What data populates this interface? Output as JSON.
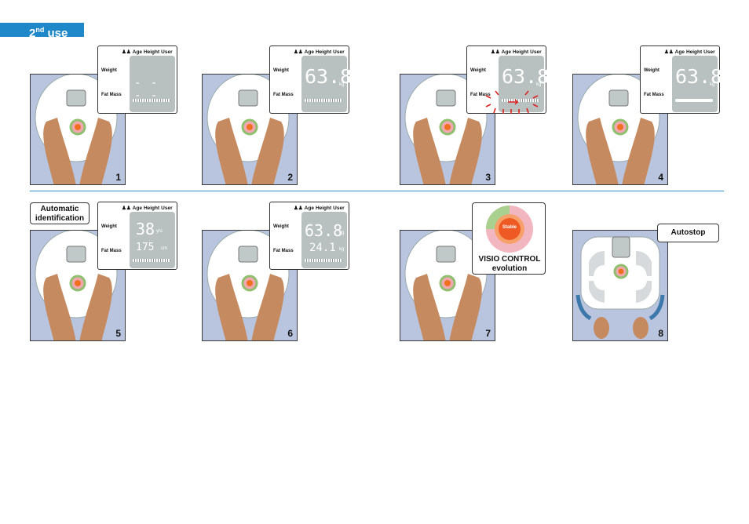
{
  "header": {
    "title_main": "2",
    "title_sup": "nd",
    "title_rest": " use"
  },
  "lcd_labels": {
    "age": "Age",
    "height": "Height",
    "user": "User",
    "weight": "Weight",
    "fat_mass": "Fat Mass"
  },
  "steps": [
    {
      "num": "1",
      "display": "- - - -"
    },
    {
      "num": "2",
      "display": "63.8",
      "unit": "kg"
    },
    {
      "num": "3",
      "display": "63.8",
      "unit": "kg"
    },
    {
      "num": "4",
      "display": "63.8",
      "unit": "kg"
    },
    {
      "num": "5",
      "display_top": "38",
      "display_top_unit": "yrs",
      "display_bottom": "175",
      "display_bottom_unit": "cm"
    },
    {
      "num": "6",
      "display_top": "63.8",
      "display_top_unit": "kg",
      "display_bottom": "24.1",
      "display_bottom_unit": "kg"
    },
    {
      "num": "7"
    },
    {
      "num": "8"
    }
  ],
  "callouts": {
    "auto_id_line1": "Automatic",
    "auto_id_line2": "identification",
    "visio_line1": "VISIO CONTROL",
    "visio_line2": "evolution",
    "stable": "Stable",
    "autostop": "Autostop"
  },
  "colors": {
    "accent": "#1e88c9",
    "panel_bg": "#b9c4de",
    "lcd": "#b9c0c0"
  }
}
